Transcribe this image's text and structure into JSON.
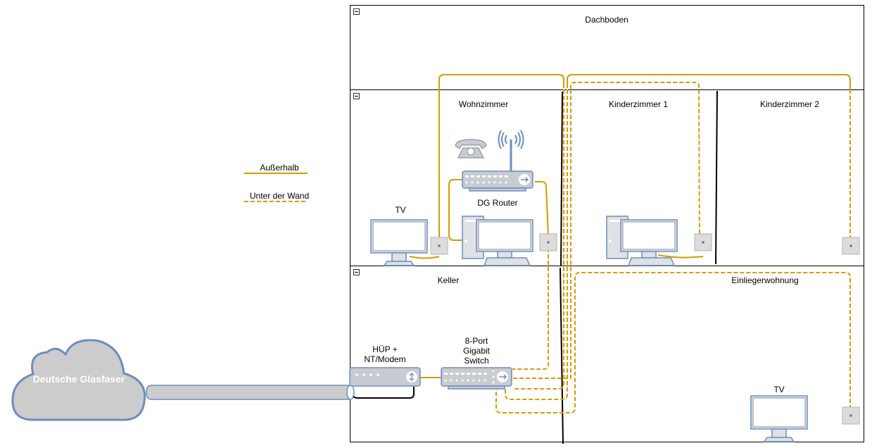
{
  "legend": {
    "solid_label": "Außerhalb",
    "dashed_label": "Unter der Wand"
  },
  "rooms": {
    "attic": "Dachboden",
    "living": "Wohnzimmer",
    "kid1": "Kinderzimmer 1",
    "kid2": "Kinderzimmer 2",
    "basement": "Keller",
    "apartment": "Einliegerwohnung"
  },
  "devices": {
    "router_label": "DG Router",
    "tv_living_label": "TV",
    "tv_apartment_label": "TV",
    "modem_label_lines": [
      "HÜP +",
      "NT/Modem"
    ],
    "switch_label_lines": [
      "8-Port",
      "Gigabit",
      "Switch"
    ]
  },
  "cloud_label": "Deutsche Glasfaser",
  "colors": {
    "cable": "#d79b00",
    "device_stroke": "#6c8ebf",
    "device_fill": "#c8cbd0",
    "cloud_fill": "#cccccc"
  },
  "icons": [
    "collapse-icon",
    "telephone-icon",
    "antenna-icon",
    "router-icon",
    "computer-icon",
    "tv-icon",
    "socket-icon",
    "cloud-icon",
    "fiber-cable-icon",
    "modem-icon",
    "switch-icon"
  ]
}
